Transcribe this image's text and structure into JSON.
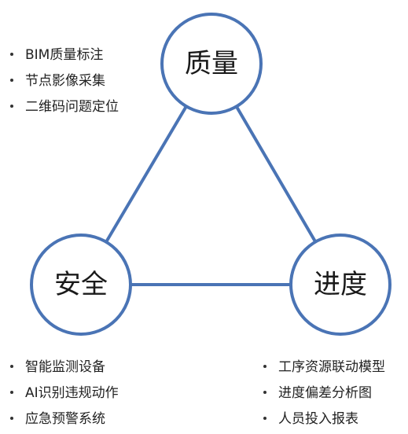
{
  "colors": {
    "node_stroke": "#4a74b5",
    "edge_stroke": "#4a74b5",
    "node_fill": "#ffffff",
    "text": "#1a1a1a"
  },
  "nodes": {
    "quality": {
      "label": "质量"
    },
    "safety": {
      "label": "安全"
    },
    "progress": {
      "label": "进度"
    }
  },
  "edges": [
    {
      "from": "quality",
      "to": "safety"
    },
    {
      "from": "quality",
      "to": "progress"
    },
    {
      "from": "safety",
      "to": "progress"
    }
  ],
  "lists": {
    "quality": [
      "BIM质量标注",
      "节点影像采集",
      "二维码问题定位"
    ],
    "safety": [
      "智能监测设备",
      "AI识别违规动作",
      "应急预警系统"
    ],
    "progress": [
      "工序资源联动模型",
      "进度偏差分析图",
      "人员投入报表"
    ]
  }
}
